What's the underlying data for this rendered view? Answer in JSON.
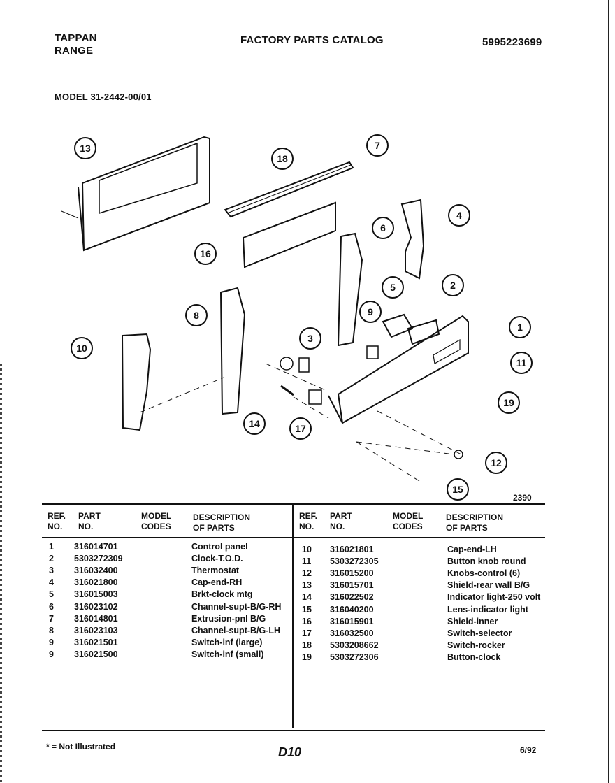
{
  "header": {
    "brand_line1": "TAPPAN",
    "brand_line2": "RANGE",
    "title": "FACTORY PARTS CATALOG",
    "doc_number": "5995223699",
    "model": "MODEL 31-2442-00/01"
  },
  "diagram": {
    "figure_number": "2390",
    "callouts": [
      "13",
      "18",
      "7",
      "4",
      "6",
      "16",
      "2",
      "5",
      "1",
      "9",
      "3",
      "8",
      "10",
      "11",
      "19",
      "14",
      "17",
      "12",
      "15"
    ]
  },
  "table": {
    "headers": {
      "ref1": "REF.",
      "ref2": "NO.",
      "part1": "PART",
      "part2": "NO.",
      "model1": "MODEL",
      "model2": "CODES",
      "desc1": "DESCRIPTION",
      "desc2": "OF PARTS"
    },
    "left_rows": [
      {
        "ref": "1",
        "part": "316014701",
        "desc": "Control panel"
      },
      {
        "ref": "2",
        "part": "5303272309",
        "desc": "Clock-T.O.D."
      },
      {
        "ref": "3",
        "part": "316032400",
        "desc": "Thermostat"
      },
      {
        "ref": "4",
        "part": "316021800",
        "desc": "Cap-end-RH"
      },
      {
        "ref": "5",
        "part": "316015003",
        "desc": "Brkt-clock mtg"
      },
      {
        "ref": "6",
        "part": "316023102",
        "desc": "Channel-supt-B/G-RH"
      },
      {
        "ref": "7",
        "part": "316014801",
        "desc": "Extrusion-pnl B/G"
      },
      {
        "ref": "8",
        "part": "316023103",
        "desc": "Channel-supt-B/G-LH"
      },
      {
        "ref": "9",
        "part": "316021501",
        "desc": "Switch-inf (large)"
      },
      {
        "ref": "9",
        "part": "316021500",
        "desc": "Switch-inf (small)"
      }
    ],
    "right_rows": [
      {
        "ref": "10",
        "part": "316021801",
        "desc": "Cap-end-LH"
      },
      {
        "ref": "11",
        "part": "5303272305",
        "desc": "Button knob round"
      },
      {
        "ref": "12",
        "part": "316015200",
        "desc": "Knobs-control (6)"
      },
      {
        "ref": "13",
        "part": "316015701",
        "desc": "Shield-rear wall B/G"
      },
      {
        "ref": "14",
        "part": "316022502",
        "desc": "Indicator light-250 volt"
      },
      {
        "ref": "15",
        "part": "316040200",
        "desc": "Lens-indicator light"
      },
      {
        "ref": "16",
        "part": "316015901",
        "desc": "Shield-inner"
      },
      {
        "ref": "17",
        "part": "316032500",
        "desc": "Switch-selector"
      },
      {
        "ref": "18",
        "part": "5303208662",
        "desc": "Switch-rocker"
      },
      {
        "ref": "19",
        "part": "5303272306",
        "desc": "Button-clock"
      }
    ]
  },
  "footer": {
    "note": "* = Not Illustrated",
    "page_id": "D10",
    "date": "6/92"
  }
}
